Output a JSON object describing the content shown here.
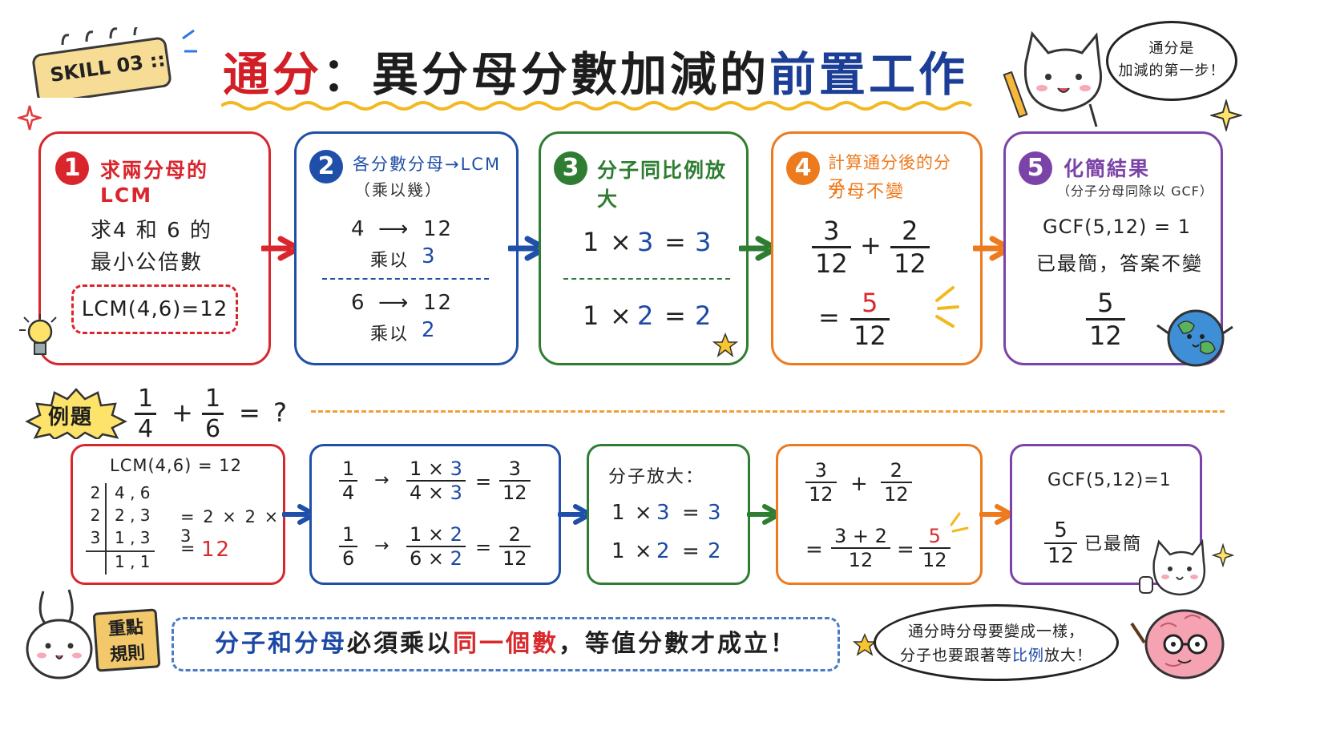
{
  "badge_skill": "SKILL 03 ::",
  "title": {
    "part1": "通分",
    "part2": "：異分母分數加減的",
    "part3": "前置工作"
  },
  "speech_top": {
    "line1": "通分是",
    "line2": "加減的第一步！"
  },
  "steps": [
    {
      "num": "1",
      "head": "求兩分母的 LCM",
      "q_line1": "求4 和 6 的",
      "q_line2": "最小公倍數",
      "box": "LCM(4,6)=12"
    },
    {
      "num": "2",
      "head": "各分數分母→LCM",
      "sub": "（乘以幾）",
      "r1_from": "4",
      "r1_to": "12",
      "r1_mult_label": "乘以",
      "r1_mult": "3",
      "r2_from": "6",
      "r2_to": "12",
      "r2_mult_label": "乘以",
      "r2_mult": "2",
      "arrow_glyph": "⟶"
    },
    {
      "num": "3",
      "head": "分子同比例放大",
      "eq1_a": "1",
      "eq1_b": "3",
      "eq1_c": "3",
      "eq2_a": "1",
      "eq2_b": "2",
      "eq2_c": "2",
      "times": "×",
      "equals": "="
    },
    {
      "num": "4",
      "head_line1": "計算通分後的分子，",
      "head_line2": "分母不變",
      "f1_n": "3",
      "f1_d": "12",
      "plus": "+",
      "f2_n": "2",
      "f2_d": "12",
      "equals": "=",
      "res_n": "5",
      "res_d": "12"
    },
    {
      "num": "5",
      "head": "化簡結果",
      "sub": "（分子分母同除以 GCF）",
      "gcf": "GCF(5,12) = 1",
      "note": "已最簡，答案不變",
      "res_n": "5",
      "res_d": "12"
    }
  ],
  "example": {
    "label": "例題",
    "f1_n": "1",
    "f1_d": "4",
    "plus": "+",
    "f2_n": "1",
    "f2_d": "6",
    "eq": "= ?"
  },
  "bottom": {
    "b1": {
      "title": "LCM(4,6) = 12",
      "rows": [
        [
          "2",
          "4 , 6"
        ],
        [
          "2",
          "2 , 3"
        ],
        [
          "3",
          "1 , 3"
        ],
        [
          "",
          "1 , 1"
        ]
      ],
      "prod": "= 2 × 2 × 3",
      "result_eq": "=",
      "result": "12"
    },
    "b2": {
      "r1": {
        "n": "1",
        "d": "4",
        "mn": "1 ×",
        "mnv": "3",
        "md": "4 ×",
        "mdv": "3",
        "rn": "3",
        "rd": "12"
      },
      "r2": {
        "n": "1",
        "d": "6",
        "mn": "1 ×",
        "mnv": "2",
        "md": "6 ×",
        "mdv": "2",
        "rn": "2",
        "rd": "12"
      },
      "arrow": "→",
      "eq": "="
    },
    "b3": {
      "head": "分子放大：",
      "eq1_a": "1 ×",
      "eq1_b": "3",
      "eq1_eq": "=",
      "eq1_c": "3",
      "eq2_a": "1 ×",
      "eq2_b": "2",
      "eq2_eq": "=",
      "eq2_c": "2"
    },
    "b4": {
      "f1_n": "3",
      "f1_d": "12",
      "plus": "+",
      "f2_n": "2",
      "f2_d": "12",
      "eq": "=",
      "mid_n": "3 + 2",
      "mid_d": "12",
      "eq2": "=",
      "res_n": "5",
      "res_d": "12"
    },
    "b5": {
      "gcf": "GCF(5,12)=1",
      "res_n": "5",
      "res_d": "12",
      "note": "已最簡"
    }
  },
  "rule": {
    "tag_line1": "重點",
    "tag_line2": "規則",
    "text_a": "分子和分母",
    "text_b": "必須乘以",
    "text_c": "同一個數",
    "text_d": "，等值分數才成立！"
  },
  "speech_bottom": {
    "line1": "通分時分母要變成一樣，",
    "line2a": "分子也要跟著等",
    "line2b": "比例",
    "line2c": "放大！"
  },
  "colors": {
    "red": "#d9262d",
    "blue": "#1f4fa8",
    "green": "#2f7d32",
    "orange": "#ee7a1e",
    "purple": "#7b43a8"
  }
}
